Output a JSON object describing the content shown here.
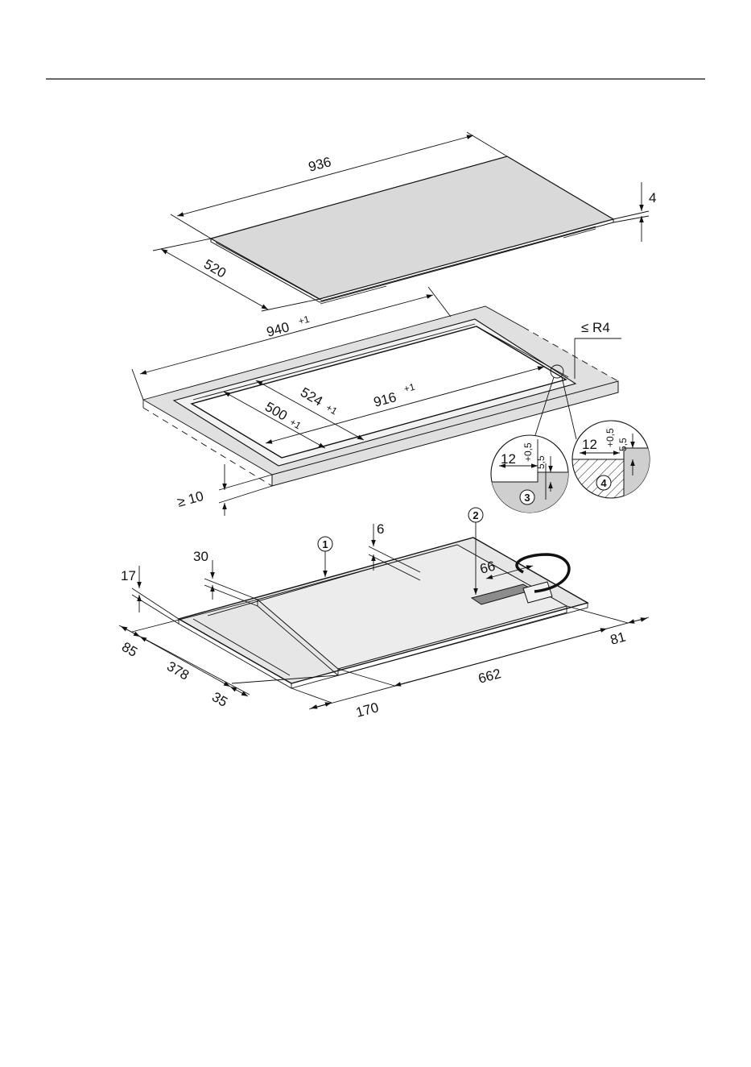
{
  "colors": {
    "line": "#111111",
    "glass": "#d9d9d9",
    "counter": "#e0e0e0",
    "cutout": "#ffffff",
    "shadow": "#9a9a9a"
  },
  "hob": {
    "width_label": "936",
    "depth_label": "520",
    "thickness_label": "4"
  },
  "cutout": {
    "outer_width_label": "940",
    "outer_width_tol": "+1",
    "inner_width_label": "916",
    "inner_width_tol": "+1",
    "outer_depth_label": "524",
    "outer_depth_tol": "+1",
    "inner_depth_label": "500",
    "inner_depth_tol": "+1",
    "radius_label": "≤ R4",
    "worktop_min_label": "≥ 10"
  },
  "details": [
    {
      "callout": "3",
      "width_label": "12",
      "width_tol": "+0,5",
      "depth_label": "5,5"
    },
    {
      "callout": "4",
      "width_label": "12",
      "width_tol": "+0,5",
      "depth_label": "5,5"
    }
  ],
  "underside": {
    "callout_1": "1",
    "callout_2": "2",
    "dims": {
      "d6": "6",
      "d30": "30",
      "d17": "17",
      "d66": "66",
      "d85": "85",
      "d378": "378",
      "d35": "35",
      "d170": "170",
      "d662": "662",
      "d81": "81"
    }
  }
}
